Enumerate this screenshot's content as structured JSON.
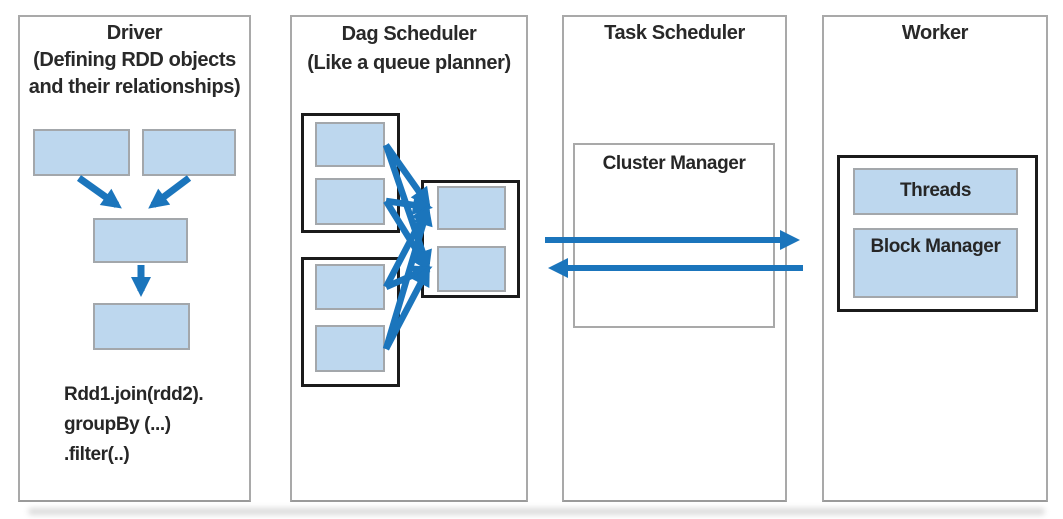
{
  "colors": {
    "arrow_blue": "#1b75bc",
    "box_fill": "#bdd7ee",
    "box_border": "#a3a7ab",
    "panel_border": "#a9a9a9",
    "group_border": "#1b1b1b",
    "text": "#2b2b2b"
  },
  "panels": {
    "driver": {
      "title_lines": [
        "Driver",
        "(Defining RDD objects",
        "and their relationships)"
      ],
      "code_lines": [
        "Rdd1.join(rdd2).",
        "groupBy (...)",
        ".filter(..)"
      ]
    },
    "dag_scheduler": {
      "title_lines": [
        "Dag Scheduler",
        "(Like a queue planner)"
      ]
    },
    "task_scheduler": {
      "title": "Task Scheduler",
      "cluster_manager_label": "Cluster Manager"
    },
    "worker": {
      "title": "Worker",
      "threads_label": "Threads",
      "block_manager_label": "Block Manager"
    }
  }
}
